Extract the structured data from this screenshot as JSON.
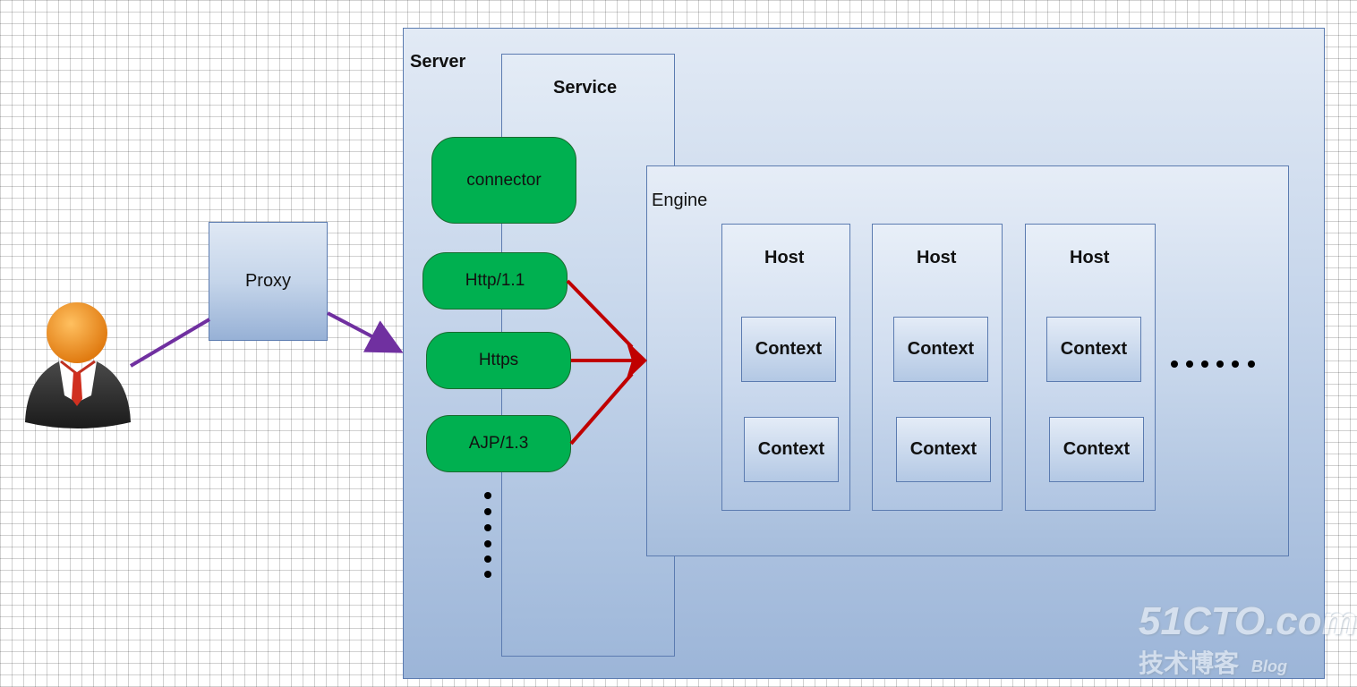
{
  "server": {
    "label": "Server"
  },
  "service": {
    "label": "Service"
  },
  "engine": {
    "label": "Engine"
  },
  "proxy": {
    "label": "Proxy"
  },
  "connectors": {
    "header": "connector",
    "items": [
      "Http/1.1",
      "Https",
      "AJP/1.3"
    ]
  },
  "hosts": [
    {
      "label": "Host",
      "contexts": [
        "Context",
        "Context"
      ]
    },
    {
      "label": "Host",
      "contexts": [
        "Context",
        "Context"
      ]
    },
    {
      "label": "Host",
      "contexts": [
        "Context",
        "Context"
      ]
    }
  ],
  "watermark": {
    "line1": "51CTO.com",
    "line2": "技术博客",
    "line3": "Blog"
  },
  "colors": {
    "connector_fill": "#00b050",
    "arrow_purple": "#7030a0",
    "arrow_red": "#c00000",
    "panel_border": "#5b7bb0"
  },
  "icons": {
    "user": "user-avatar-icon"
  }
}
